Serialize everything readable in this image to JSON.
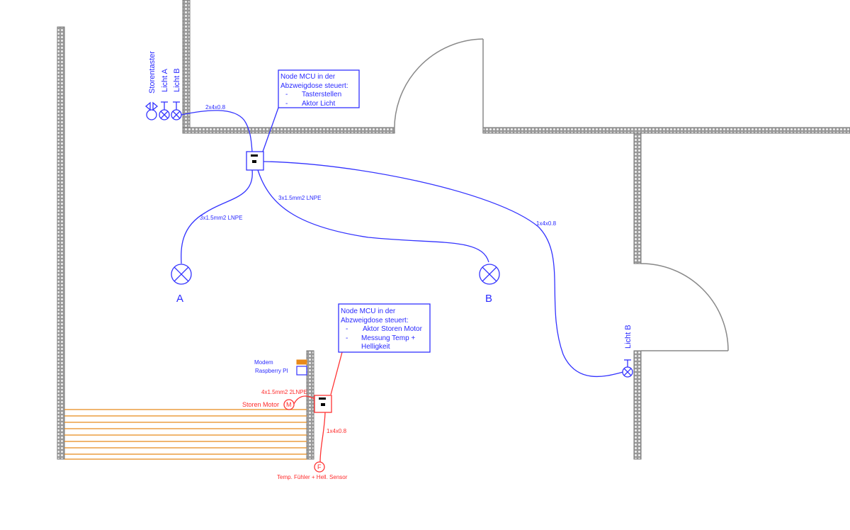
{
  "labels": {
    "storentaster": "Storentaster",
    "licht_a": "Licht A",
    "licht_b": "Licht B",
    "licht_b_right": "Licht B",
    "lamp_a": "A",
    "lamp_b": "B",
    "modem": "Modem",
    "raspberry": "Raspberry PI",
    "storen_motor": "Storen Motor",
    "motor_symbol": "M",
    "sensor_symbol": "F",
    "sensor": "Temp. Fühler + Hell. Sensor"
  },
  "cables": {
    "c1": "2x4x0.8",
    "c2": "3x1.5mm2 LNPE",
    "c3": "3x1.5mm2 LNPE",
    "c4": "1x4x0.8",
    "c5": "4x1.5mm2 2LNPE",
    "c6": "1x4x0.8"
  },
  "note1": {
    "line1": "Node MCU in der",
    "line2": "Abzweigdose steuert:",
    "items": [
      "Tasterstellen",
      "Aktor Licht"
    ]
  },
  "note2": {
    "line1": "Node MCU in der",
    "line2": "Abzweigdose steuert:",
    "items": [
      "Aktor Storen Motor",
      "Messung Temp +",
      "Helligkeit"
    ]
  },
  "colors": {
    "blue": "#2a2aff",
    "red": "#ff2a2a",
    "orange": "#e88a1a",
    "wall": "#888888"
  }
}
